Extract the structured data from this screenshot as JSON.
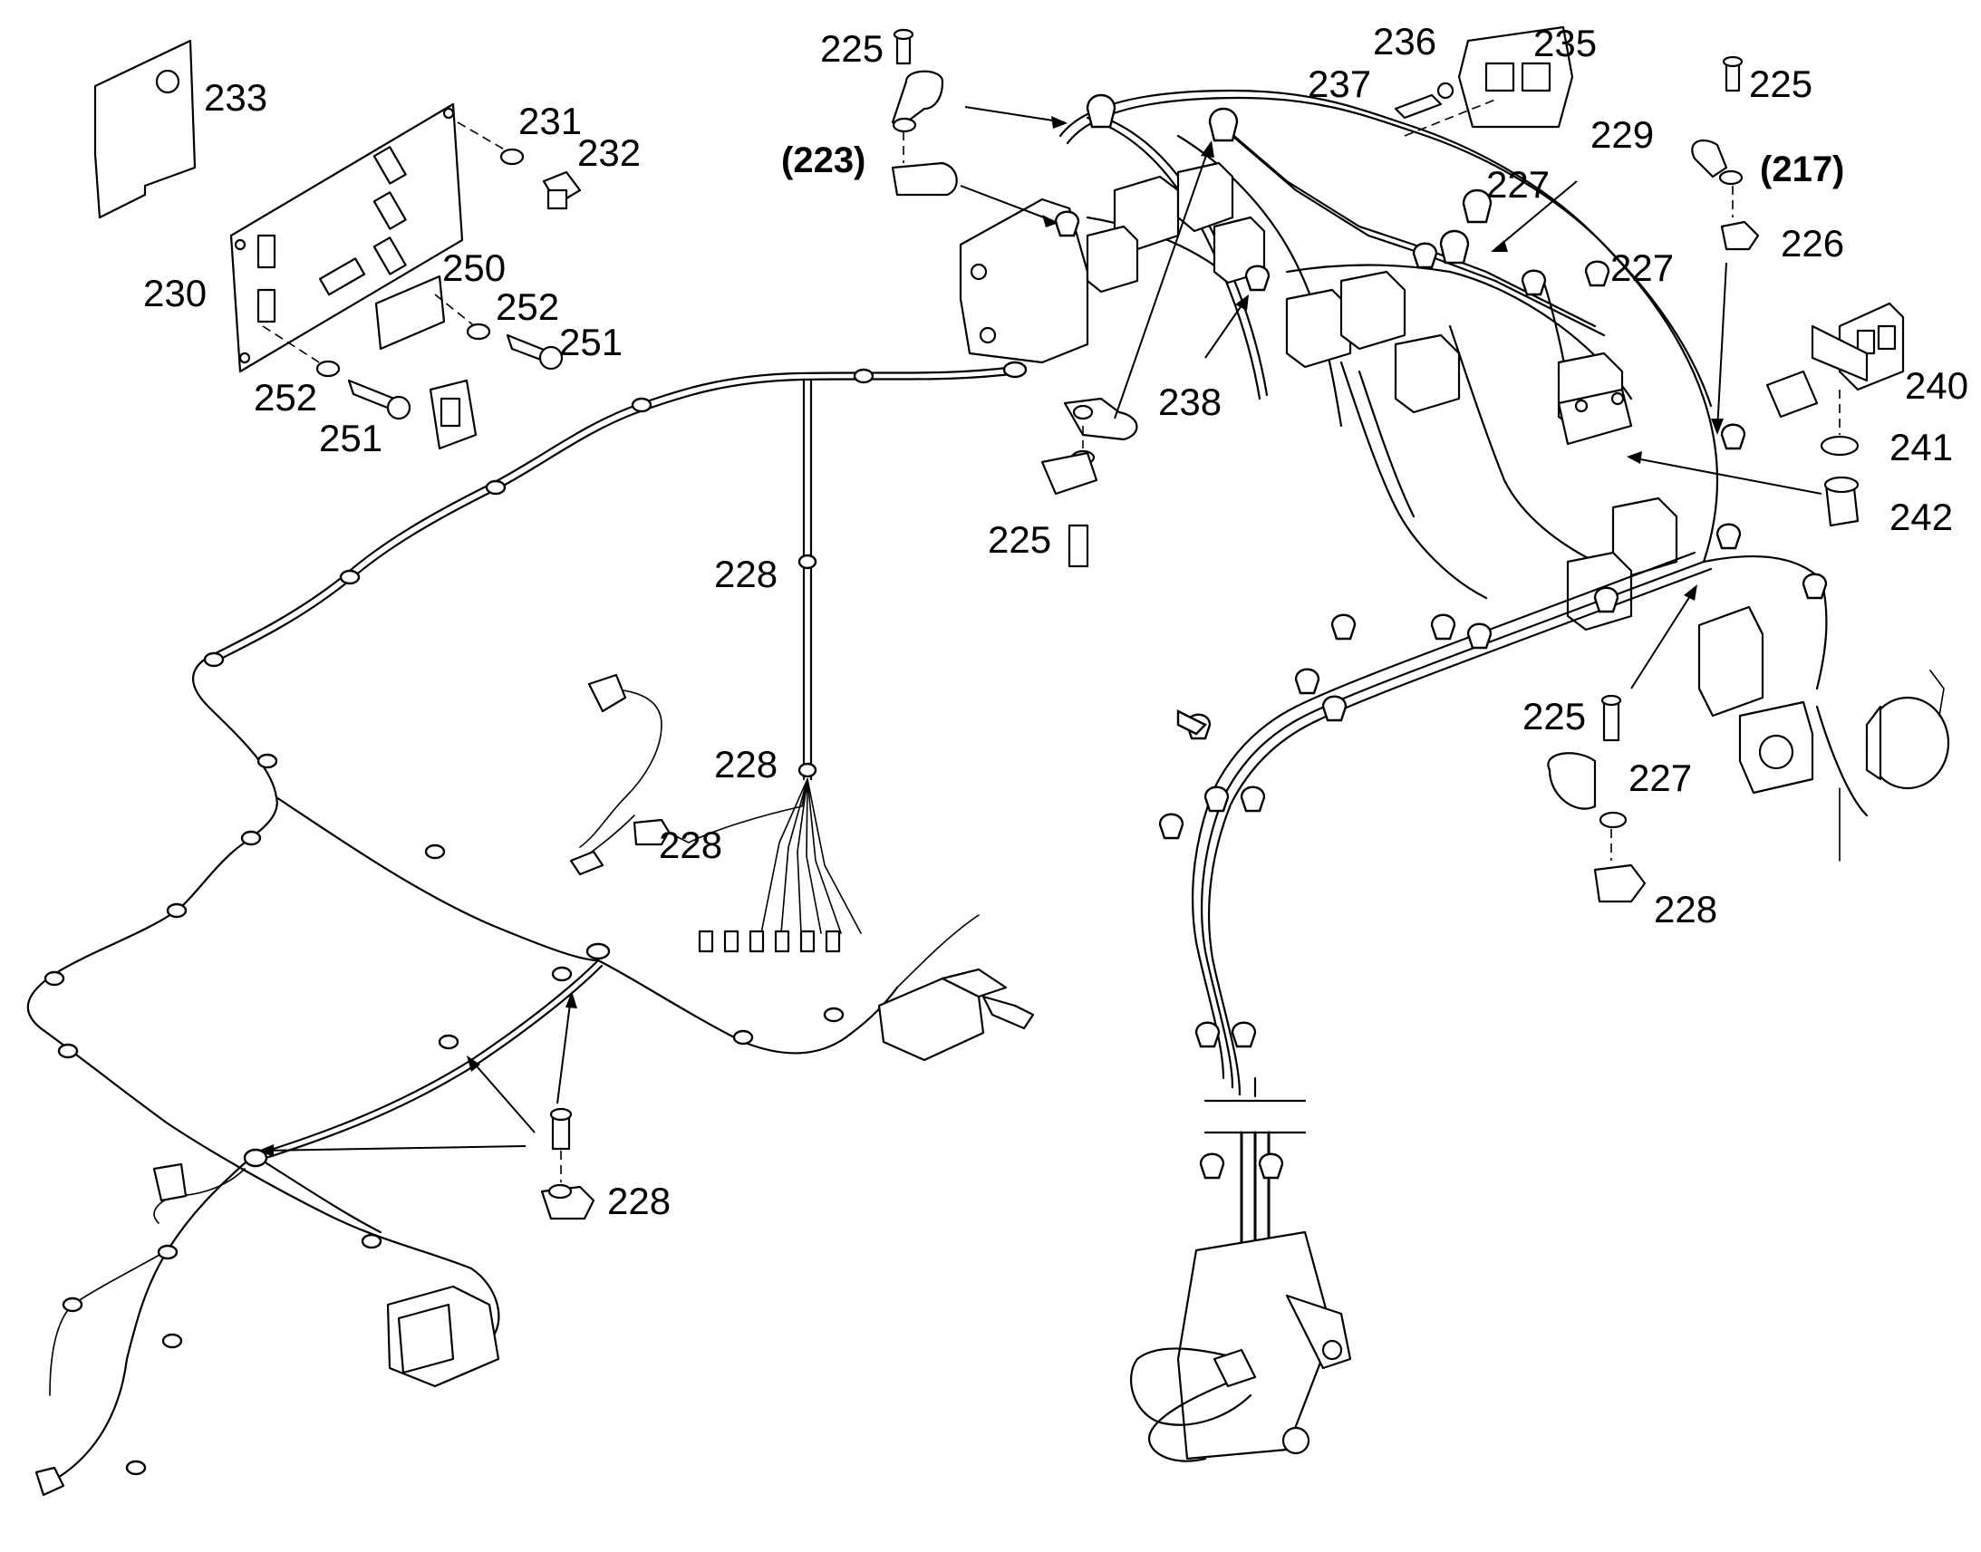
{
  "callouts": {
    "c225_top": "225",
    "c236": "236",
    "c235": "235",
    "c237": "237",
    "c225_right": "225",
    "c223": "(223)",
    "c229": "229",
    "c227_a": "227",
    "c217": "(217)",
    "c226": "226",
    "c227_b": "227",
    "c233": "233",
    "c231": "231",
    "c232": "232",
    "c230": "230",
    "c250": "250",
    "c252_a": "252",
    "c251_a": "251",
    "c252_b": "252",
    "c251_b": "251",
    "c238": "238",
    "c240": "240",
    "c241": "241",
    "c242": "242",
    "c225_mid": "225",
    "c228_a": "228",
    "c228_b": "228",
    "c228_c": "228",
    "c225_low": "225",
    "c227_c": "227",
    "c228_d": "228",
    "c228_e": "228"
  },
  "colors": {
    "ink": "#000000",
    "paper": "#ffffff",
    "shade": "#e6e6e6"
  }
}
